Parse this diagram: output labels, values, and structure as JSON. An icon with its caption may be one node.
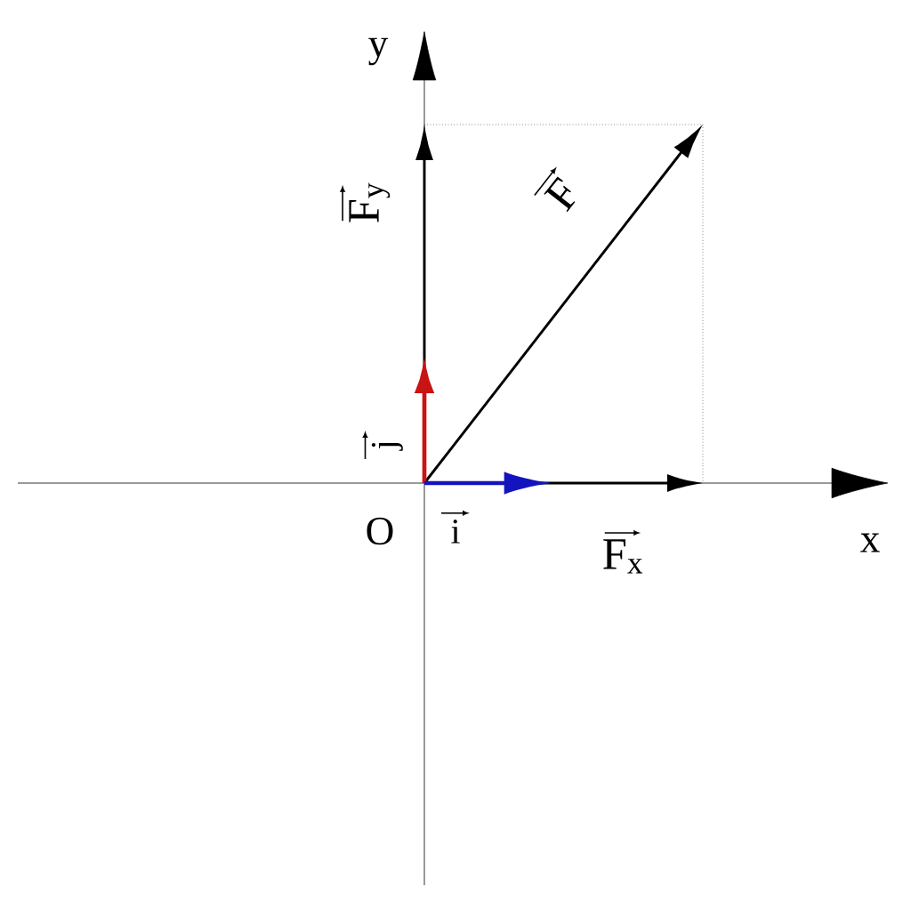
{
  "diagram": {
    "labels": [
      "y",
      "x",
      "O",
      "F",
      "F$_{y}$",
      "j",
      "i",
      "F$_{x}$"
    ]
  }
}
